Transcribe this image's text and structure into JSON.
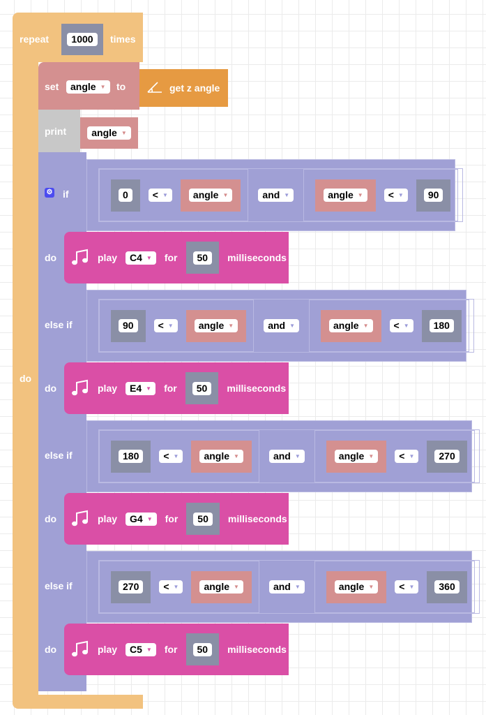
{
  "repeat": {
    "label": "repeat",
    "count": "1000",
    "times": "times",
    "do_label": "do"
  },
  "set": {
    "label": "set",
    "variable": "angle",
    "to": "to"
  },
  "get": {
    "icon": "angle-icon",
    "label": "get z angle"
  },
  "print": {
    "label": "print",
    "variable": "angle"
  },
  "colors": {
    "loop": "#F2C27F",
    "variable": "#D49090",
    "sensor": "#E69A42",
    "print": "#C8C8C8",
    "logic": "#A0A0D5",
    "sound": "#DA4FA6",
    "number": "#8A8FA6"
  },
  "branches": [
    {
      "label": "if",
      "low": "0",
      "op1": "<",
      "var1": "angle",
      "join": "and",
      "var2": "angle",
      "op2": "<",
      "high": "90",
      "do_label": "do",
      "play": "play",
      "note": "C4",
      "for": "for",
      "duration": "50",
      "unit": "milliseconds"
    },
    {
      "label": "else if",
      "low": "90",
      "op1": "<",
      "var1": "angle",
      "join": "and",
      "var2": "angle",
      "op2": "<",
      "high": "180",
      "do_label": "do",
      "play": "play",
      "note": "E4",
      "for": "for",
      "duration": "50",
      "unit": "milliseconds"
    },
    {
      "label": "else if",
      "low": "180",
      "op1": "<",
      "var1": "angle",
      "join": "and",
      "var2": "angle",
      "op2": "<",
      "high": "270",
      "do_label": "do",
      "play": "play",
      "note": "G4",
      "for": "for",
      "duration": "50",
      "unit": "milliseconds"
    },
    {
      "label": "else if",
      "low": "270",
      "op1": "<",
      "var1": "angle",
      "join": "and",
      "var2": "angle",
      "op2": "<",
      "high": "360",
      "do_label": "do",
      "play": "play",
      "note": "C5",
      "for": "for",
      "duration": "50",
      "unit": "milliseconds"
    }
  ]
}
